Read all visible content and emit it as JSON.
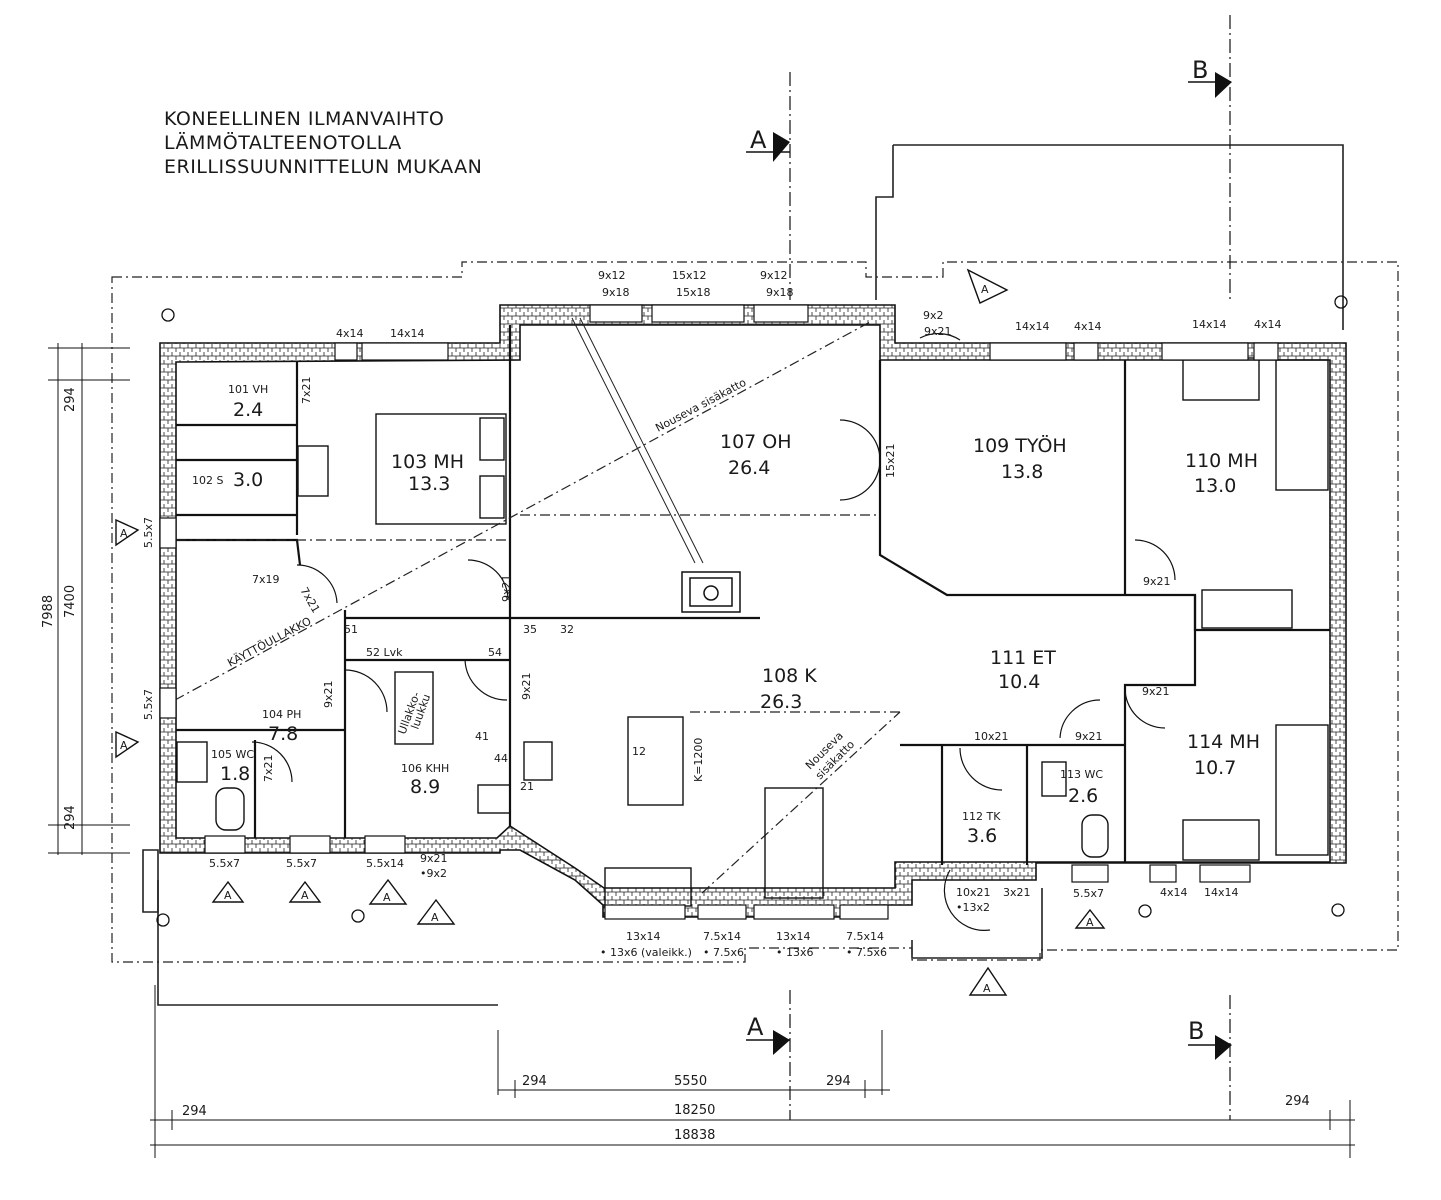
{
  "notes": [
    "KONEELLINEN ILMANVAIHTO",
    "LÄMMÖTALTEENOTOLLA",
    "ERILLISSUUNNITTELUN MUKAAN"
  ],
  "rooms": {
    "r101": {
      "name": "101 VH",
      "area": "2.4"
    },
    "r102": {
      "name": "102 S",
      "area": "3.0"
    },
    "r103": {
      "name": "103 MH",
      "area": "13.3"
    },
    "r104": {
      "name": "104 PH",
      "area": "7.8"
    },
    "r105": {
      "name": "105 WC",
      "area": "1.8"
    },
    "r106": {
      "name": "106 KHH",
      "area": "8.9"
    },
    "r107": {
      "name": "107 OH",
      "area": "26.4"
    },
    "r108": {
      "name": "108 K",
      "area": "26.3"
    },
    "r109": {
      "name": "109 TYÖH",
      "area": "13.8"
    },
    "r110": {
      "name": "110 MH",
      "area": "13.0"
    },
    "r111": {
      "name": "111 ET",
      "area": "10.4"
    },
    "r112": {
      "name": "112 TK",
      "area": "3.6"
    },
    "r113": {
      "name": "113 WC",
      "area": "2.6"
    },
    "r114": {
      "name": "114 MH",
      "area": "10.7"
    }
  },
  "labels": {
    "nouseva1": "Nouseva sisäkatto",
    "nouseva2a": "Nouseva",
    "nouseva2b": "sisäkatto",
    "kayttoullakko": "KÄYTTÖULLAKKO",
    "ullakko_a": "Ullakko-",
    "ullakko_b": "luukku",
    "lvk": "52 Lvk",
    "k1200": "K=1200"
  },
  "fixtures": {
    "f51": "51",
    "f54": "54",
    "f35": "35",
    "f32": "32",
    "f41": "41",
    "f44": "44",
    "f21": "21",
    "f12": "12"
  },
  "openings": {
    "o_4x14_a": "4x14",
    "o_14x14_a": "14x14",
    "o_9x12_a": "9x12",
    "o_9x18_a": "9x18",
    "o_15x12": "15x12",
    "o_15x18": "15x18",
    "o_9x12_b": "9x12",
    "o_9x18_b": "9x18",
    "o_9x2": "9x2",
    "o_9x21_top": "9x21",
    "o_14x14_b": "14x14",
    "o_4x14_b": "4x14",
    "o_14x14_c": "14x14",
    "o_4x14_c": "4x14",
    "o_7x21_a": "7x21",
    "o_5_5x7_l1": "5.5x7",
    "o_7x19": "7x19",
    "o_7x21_b": "7x21",
    "o_9x21_103": "9x21",
    "o_15x21": "15x21",
    "o_9x21_110": "9x21",
    "o_9x21_106": "9x21",
    "o_9x21_kh": "9x21",
    "o_5_5x7_l2": "5.5x7",
    "o_7x21_c": "7x21",
    "o_9x21_114": "9x21",
    "o_10x21": "10x21",
    "o_9x21_et": "9x21",
    "o_5_5x7_b1": "5.5x7",
    "o_5_5x7_b2": "5.5x7",
    "o_5_5x14": "5.5x14",
    "o_9x21_b": "9x21",
    "o_9x2_b": "•9x2",
    "o_13x14": "13x14",
    "o_7_5x14_a": "7.5x14",
    "o_13x14_b": "13x14",
    "o_7_5x14_b": "7.5x14",
    "o_13x6_v": "• 13x6 (valeikk.)",
    "o_7_5x6_a": "• 7.5x6",
    "o_13x6": "• 13x6",
    "o_7_5x6_b": "• 7.5x6",
    "o_10x21_b": "10x21",
    "o_13x2": "•13x2",
    "o_3x21": "3x21",
    "o_5_5x7_b3": "5.5x7",
    "o_4x14_d": "4x14",
    "o_14x14_d": "14x14"
  },
  "dimensions": {
    "left_294_top": "294",
    "left_7988": "7988",
    "left_7400": "7400",
    "left_294_bot": "294",
    "bot_294_a": "294",
    "bot_5550": "5550",
    "bot_294_b": "294",
    "bot_294_c": "294",
    "bot_18250": "18250",
    "bot_294_d": "294",
    "bot_18838": "18838"
  },
  "sections": {
    "a_top": "A",
    "b_top": "B",
    "a_bottom": "A",
    "b_bottom": "B"
  },
  "elevation_marks": {
    "mark": "A"
  }
}
